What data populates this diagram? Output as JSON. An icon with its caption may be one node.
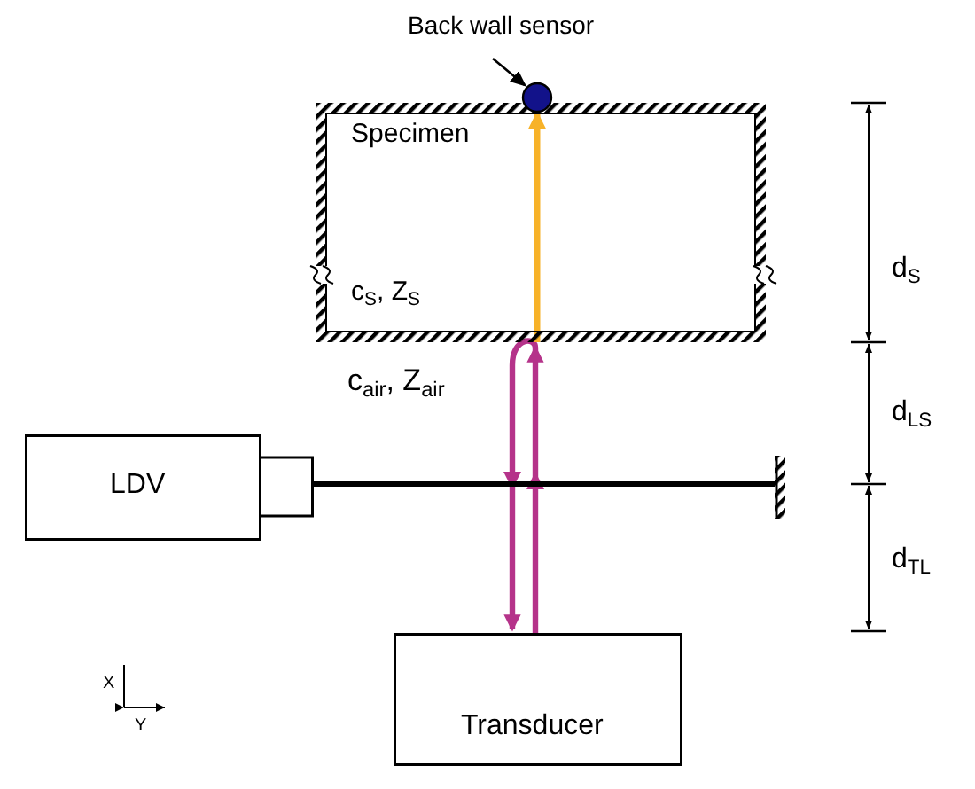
{
  "diagram": {
    "nodes": [
      {
        "text": [
          "Specimen",
          "c$_{S}$, Z$_{S}$"
        ]
      },
      {
        "text": [
          "Back wall sensor"
        ]
      },
      {
        "text": [],
        "shape": "circle"
      },
      {
        "text": [
          "LDV"
        ]
      },
      {
        "text": [
          "Transducer"
        ]
      },
      {
        "text": [],
        "shape": "bar"
      }
    ],
    "edges": [
      {
        "from": 1,
        "to": 2,
        "arrow": "to"
      },
      {
        "from": 4,
        "to": 0,
        "arrow": "to",
        "color": "#b5338a"
      },
      {
        "from": 0,
        "to": 4,
        "arrow": "to",
        "color": "#b5338a"
      },
      {
        "from": 0,
        "to": 2,
        "arrow": "to",
        "color": "#f7b228"
      },
      {
        "from": 3,
        "to": 5,
        "arrow": "none"
      }
    ],
    "labels": [
      "d$_{S}$",
      "c$_{air}$, Z$_{air}$",
      "d$_{LS}$",
      "d$_{TL}$",
      "X",
      "Y"
    ]
  }
}
